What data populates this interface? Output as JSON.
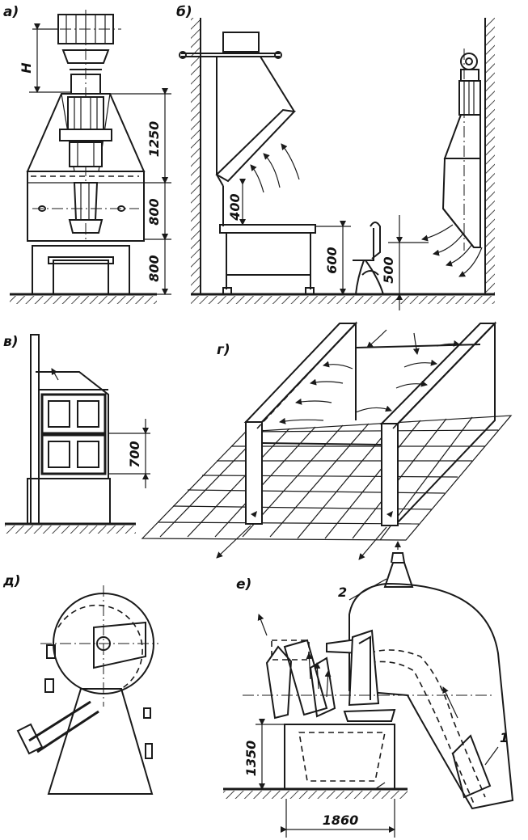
{
  "labels": {
    "a": "а)",
    "b": "б)",
    "v": "в)",
    "g": "г)",
    "d": "д)",
    "e": "е)"
  },
  "dimensions": {
    "a_h": "H",
    "a_1250": "1250",
    "a_800_top": "800",
    "a_800_bottom": "800",
    "b_400": "400",
    "b_600": "600",
    "b_500": "500",
    "v_700": "700",
    "e_1350": "1350",
    "e_1860": "1860"
  },
  "callouts": {
    "e_1": "1",
    "e_2": "2"
  }
}
